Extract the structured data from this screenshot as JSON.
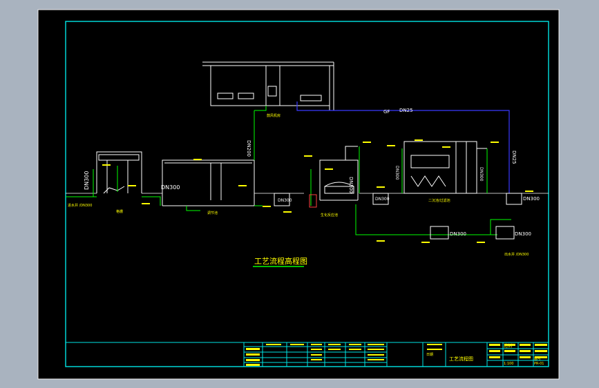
{
  "drawing": {
    "main_title": "工艺流程高程图",
    "colors": {
      "background": "#a9b3bf",
      "paper": "#000000",
      "frame": "#00e5e5",
      "structure": "#ffffff",
      "pipe": "#00ff00",
      "gas_pipe": "#3a3aff",
      "annotation": "#ffff00",
      "title_underline": "#00ff00"
    },
    "pipe_labels": {
      "inlet": "DN300",
      "grit": "DN300",
      "vertical_left": "DN200",
      "center": "DN300",
      "sump1": "DN300",
      "sump2": "DN300",
      "post_tank": "DN300",
      "right_vertical": "DN300",
      "right_sump": "DN300",
      "lower_sump": "DN300",
      "lower_right": "DN300",
      "gas_main": "DN25",
      "gas_vertical": "DN25",
      "gas_tag": "GF"
    },
    "structure_labels": {
      "inlet_note": "进水井 /DN300",
      "screen": "格栅",
      "aeration": "调节池",
      "blower": "鼓风机房",
      "reactor": "生化反应池",
      "settler": "二沉池/过滤池",
      "outlet": "出水井 /DN300"
    },
    "title_block": {
      "project": "工艺流程图",
      "scale_label": "比例",
      "scale": "1:100",
      "sheet_label": "图号",
      "sheet": "PR-01",
      "date_label": "日期"
    }
  }
}
